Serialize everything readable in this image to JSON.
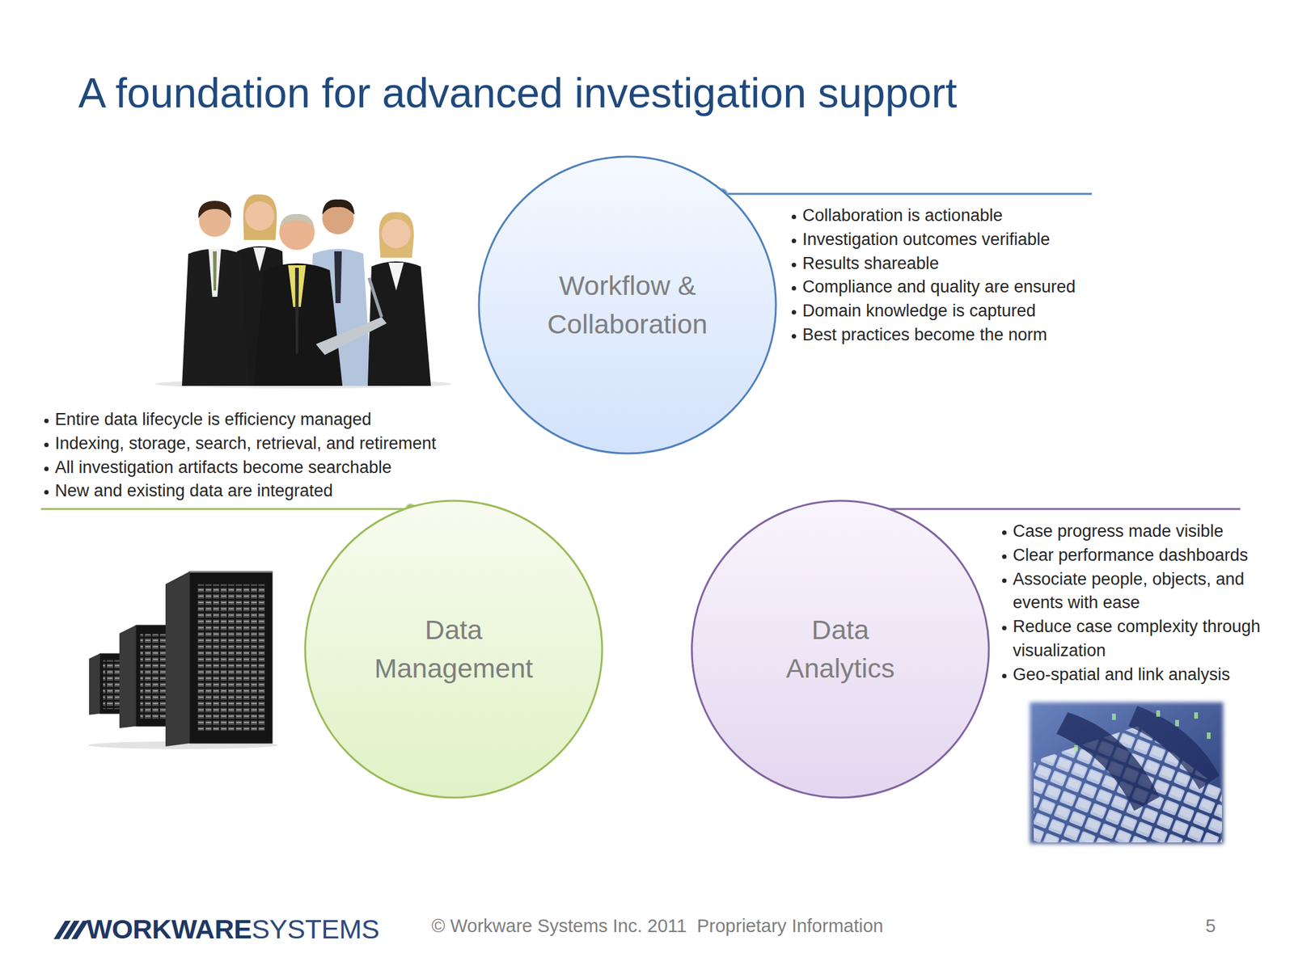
{
  "diagram": {
    "title": "A foundation for advanced investigation support",
    "nodes": [
      {
        "text": [
          "Workflow & Collaboration"
        ]
      },
      {
        "text": [
          "Data Management"
        ]
      },
      {
        "text": [
          "Data Analytics"
        ]
      }
    ],
    "labels": [
      "Collaboration is actionable",
      "Investigation outcomes verifiable",
      "Results shareable",
      "Compliance and quality are ensured",
      "Domain knowledge is captured",
      "Best practices become the norm",
      "Entire data lifecycle is efficiency managed",
      "Indexing, storage, search, retrieval, and retirement",
      "All investigation artifacts become searchable",
      "New and existing data are integrated",
      "Case progress made visible",
      "Clear performance dashboards",
      "Associate people, objects, and events with ease",
      "Reduce case complexity through visualization",
      "Geo-spatial and link analysis",
      "WORKWARE",
      "SYSTEMS",
      "© Workware Systems Inc. 2011  Proprietary Information",
      "5"
    ]
  }
}
